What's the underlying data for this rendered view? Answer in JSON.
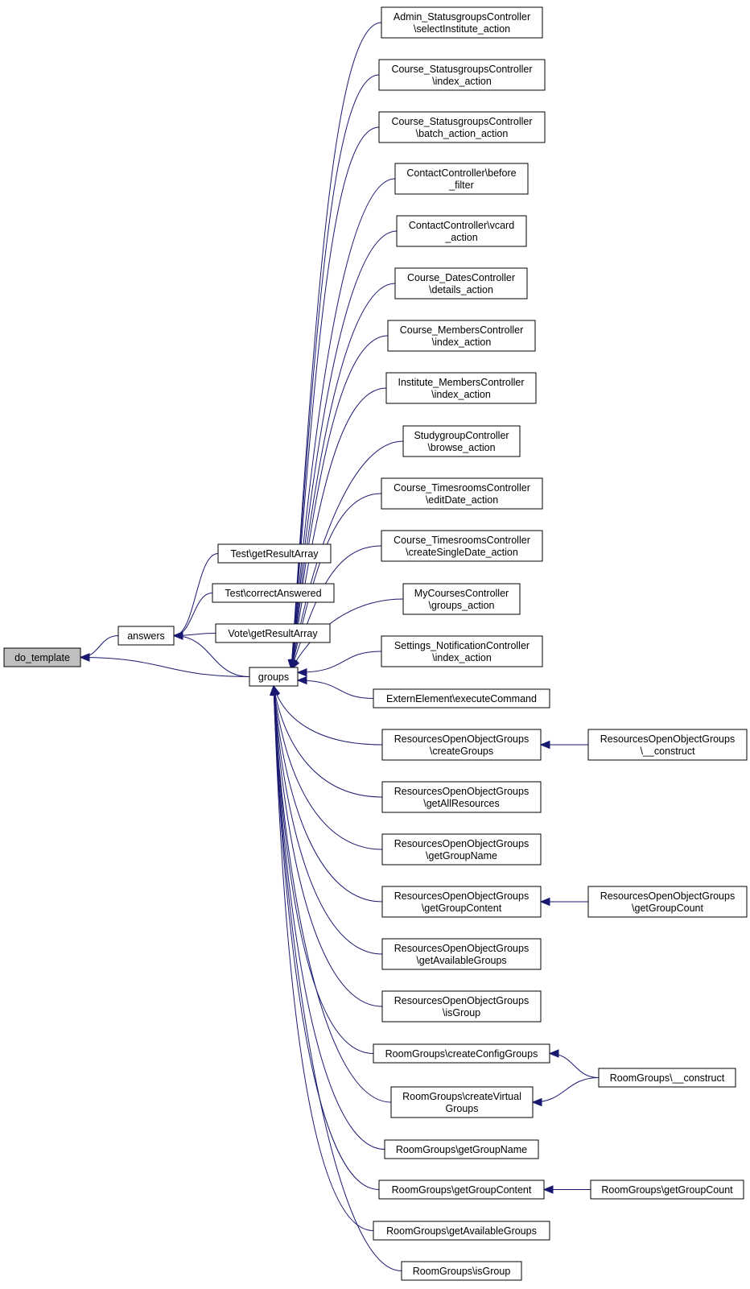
{
  "graph": {
    "colors": {
      "edge": "#191970",
      "node_fill": "#ffffff",
      "highlight_fill": "#bfbfbf",
      "border": "#000000"
    },
    "nodes": [
      {
        "id": "do_template",
        "lines": [
          "do_template"
        ],
        "highlight": true
      },
      {
        "id": "answers",
        "lines": [
          "answers"
        ]
      },
      {
        "id": "groups",
        "lines": [
          "groups"
        ]
      },
      {
        "id": "test_getresultarray",
        "lines": [
          "Test\\getResultArray"
        ]
      },
      {
        "id": "test_correctanswered",
        "lines": [
          "Test\\correctAnswered"
        ]
      },
      {
        "id": "vote_getresultarray",
        "lines": [
          "Vote\\getResultArray"
        ]
      },
      {
        "id": "admin_statusgroups_selectinstitute",
        "lines": [
          "Admin_StatusgroupsController",
          "\\selectInstitute_action"
        ]
      },
      {
        "id": "course_statusgroups_index",
        "lines": [
          "Course_StatusgroupsController",
          "\\index_action"
        ]
      },
      {
        "id": "course_statusgroups_batch",
        "lines": [
          "Course_StatusgroupsController",
          "\\batch_action_action"
        ]
      },
      {
        "id": "contact_before_filter",
        "lines": [
          "ContactController\\before",
          "_filter"
        ]
      },
      {
        "id": "contact_vcard",
        "lines": [
          "ContactController\\vcard",
          "_action"
        ]
      },
      {
        "id": "course_dates_details",
        "lines": [
          "Course_DatesController",
          "\\details_action"
        ]
      },
      {
        "id": "course_members_index",
        "lines": [
          "Course_MembersController",
          "\\index_action"
        ]
      },
      {
        "id": "institute_members_index",
        "lines": [
          "Institute_MembersController",
          "\\index_action"
        ]
      },
      {
        "id": "studygroup_browse",
        "lines": [
          "StudygroupController",
          "\\browse_action"
        ]
      },
      {
        "id": "course_timesrooms_editdate",
        "lines": [
          "Course_TimesroomsController",
          "\\editDate_action"
        ]
      },
      {
        "id": "course_timesrooms_createsingle",
        "lines": [
          "Course_TimesroomsController",
          "\\createSingleDate_action"
        ]
      },
      {
        "id": "mycourses_groups",
        "lines": [
          "MyCoursesController",
          "\\groups_action"
        ]
      },
      {
        "id": "settings_notification_index",
        "lines": [
          "Settings_NotificationController",
          "\\index_action"
        ]
      },
      {
        "id": "externelement_executecommand",
        "lines": [
          "ExternElement\\executeCommand"
        ]
      },
      {
        "id": "roog_creategroups",
        "lines": [
          "ResourcesOpenObjectGroups",
          "\\createGroups"
        ]
      },
      {
        "id": "roog_construct",
        "lines": [
          "ResourcesOpenObjectGroups",
          "\\__construct"
        ]
      },
      {
        "id": "roog_getallresources",
        "lines": [
          "ResourcesOpenObjectGroups",
          "\\getAllResources"
        ]
      },
      {
        "id": "roog_getgroupname",
        "lines": [
          "ResourcesOpenObjectGroups",
          "\\getGroupName"
        ]
      },
      {
        "id": "roog_getgroupcontent",
        "lines": [
          "ResourcesOpenObjectGroups",
          "\\getGroupContent"
        ]
      },
      {
        "id": "roog_getgroupcount",
        "lines": [
          "ResourcesOpenObjectGroups",
          "\\getGroupCount"
        ]
      },
      {
        "id": "roog_getavailablegroups",
        "lines": [
          "ResourcesOpenObjectGroups",
          "\\getAvailableGroups"
        ]
      },
      {
        "id": "roog_isgroup",
        "lines": [
          "ResourcesOpenObjectGroups",
          "\\isGroup"
        ]
      },
      {
        "id": "rg_createconfiggroups",
        "lines": [
          "RoomGroups\\createConfigGroups"
        ]
      },
      {
        "id": "rg_construct",
        "lines": [
          "RoomGroups\\__construct"
        ]
      },
      {
        "id": "rg_createvirtualgroups",
        "lines": [
          "RoomGroups\\createVirtual",
          "Groups"
        ]
      },
      {
        "id": "rg_getgroupname",
        "lines": [
          "RoomGroups\\getGroupName"
        ]
      },
      {
        "id": "rg_getgroupcontent",
        "lines": [
          "RoomGroups\\getGroupContent"
        ]
      },
      {
        "id": "rg_getgroupcount",
        "lines": [
          "RoomGroups\\getGroupCount"
        ]
      },
      {
        "id": "rg_getavailablegroups",
        "lines": [
          "RoomGroups\\getAvailableGroups"
        ]
      },
      {
        "id": "rg_isgroup",
        "lines": [
          "RoomGroups\\isGroup"
        ]
      }
    ],
    "edges": [
      {
        "from": "answers",
        "to": "do_template"
      },
      {
        "from": "groups",
        "to": "do_template"
      },
      {
        "from": "test_getresultarray",
        "to": "answers"
      },
      {
        "from": "test_correctanswered",
        "to": "answers"
      },
      {
        "from": "vote_getresultarray",
        "to": "answers"
      },
      {
        "from": "groups",
        "to": "answers"
      },
      {
        "from": "admin_statusgroups_selectinstitute",
        "to": "groups"
      },
      {
        "from": "course_statusgroups_index",
        "to": "groups"
      },
      {
        "from": "course_statusgroups_batch",
        "to": "groups"
      },
      {
        "from": "contact_before_filter",
        "to": "groups"
      },
      {
        "from": "contact_vcard",
        "to": "groups"
      },
      {
        "from": "course_dates_details",
        "to": "groups"
      },
      {
        "from": "course_members_index",
        "to": "groups"
      },
      {
        "from": "institute_members_index",
        "to": "groups"
      },
      {
        "from": "studygroup_browse",
        "to": "groups"
      },
      {
        "from": "course_timesrooms_editdate",
        "to": "groups"
      },
      {
        "from": "course_timesrooms_createsingle",
        "to": "groups"
      },
      {
        "from": "mycourses_groups",
        "to": "groups"
      },
      {
        "from": "settings_notification_index",
        "to": "groups"
      },
      {
        "from": "externelement_executecommand",
        "to": "groups"
      },
      {
        "from": "roog_creategroups",
        "to": "groups"
      },
      {
        "from": "roog_getallresources",
        "to": "groups"
      },
      {
        "from": "roog_getgroupname",
        "to": "groups"
      },
      {
        "from": "roog_getgroupcontent",
        "to": "groups"
      },
      {
        "from": "roog_getavailablegroups",
        "to": "groups"
      },
      {
        "from": "roog_isgroup",
        "to": "groups"
      },
      {
        "from": "rg_createconfiggroups",
        "to": "groups"
      },
      {
        "from": "rg_createvirtualgroups",
        "to": "groups"
      },
      {
        "from": "rg_getgroupname",
        "to": "groups"
      },
      {
        "from": "rg_getgroupcontent",
        "to": "groups"
      },
      {
        "from": "rg_getavailablegroups",
        "to": "groups"
      },
      {
        "from": "rg_isgroup",
        "to": "groups"
      },
      {
        "from": "roog_construct",
        "to": "roog_creategroups"
      },
      {
        "from": "roog_getgroupcount",
        "to": "roog_getgroupcontent"
      },
      {
        "from": "rg_construct",
        "to": "rg_createconfiggroups"
      },
      {
        "from": "rg_construct",
        "to": "rg_createvirtualgroups"
      },
      {
        "from": "rg_getgroupcount",
        "to": "rg_getgroupcontent"
      }
    ]
  }
}
